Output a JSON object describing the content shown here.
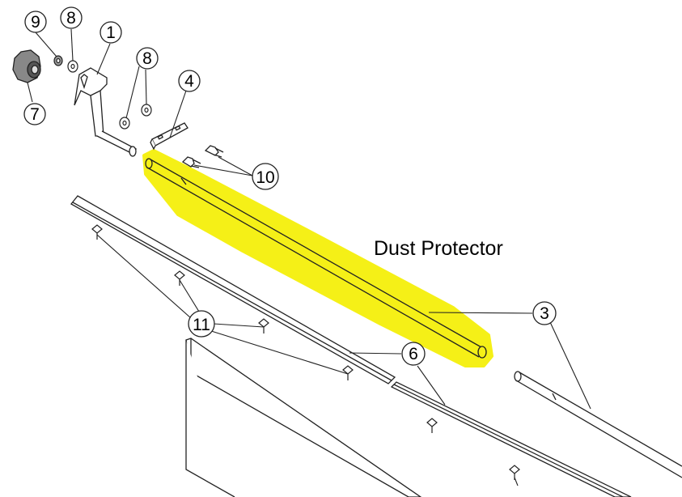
{
  "title": "Dust Protector",
  "highlight_color": "#f5f017",
  "callouts": [
    {
      "id": "c1",
      "label": "1"
    },
    {
      "id": "c3",
      "label": "3"
    },
    {
      "id": "c4",
      "label": "4"
    },
    {
      "id": "c6",
      "label": "6"
    },
    {
      "id": "c7",
      "label": "7"
    },
    {
      "id": "c8a",
      "label": "8"
    },
    {
      "id": "c8b",
      "label": "8"
    },
    {
      "id": "c9",
      "label": "9"
    },
    {
      "id": "c10",
      "label": "10"
    },
    {
      "id": "c11",
      "label": "11"
    }
  ]
}
